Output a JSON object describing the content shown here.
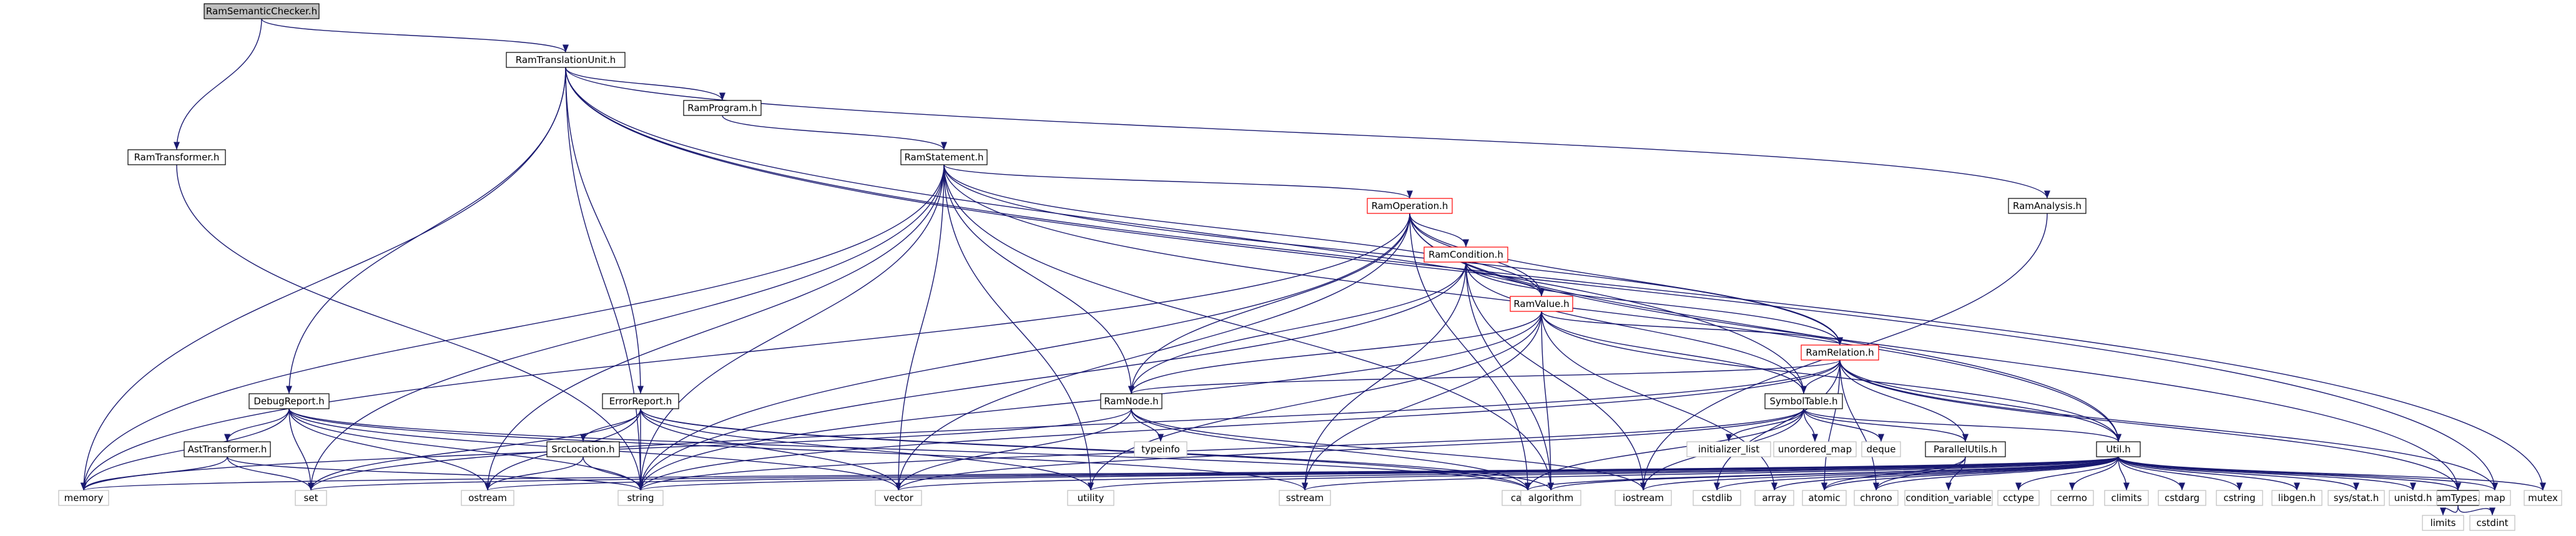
{
  "diagram": {
    "kind": "include dependency graph",
    "colors": {
      "edge": "#191970",
      "node_border": "#000000",
      "root_fill": "#bfbfbf",
      "node_fill": "#ffffff",
      "incomplete_border": "#ff0000"
    },
    "nodes": [
      {
        "id": "RamSemanticChecker.h",
        "label": "RamSemanticChecker.h",
        "style": "root"
      },
      {
        "id": "RamTranslationUnit.h",
        "label": "RamTranslationUnit.h",
        "style": "box"
      },
      {
        "id": "RamTransformer.h",
        "label": "RamTransformer.h",
        "style": "box"
      },
      {
        "id": "RamProgram.h",
        "label": "RamProgram.h",
        "style": "box"
      },
      {
        "id": "RamAnalysis.h",
        "label": "RamAnalysis.h",
        "style": "box"
      },
      {
        "id": "RamStatement.h",
        "label": "RamStatement.h",
        "style": "box"
      },
      {
        "id": "RamOperation.h",
        "label": "RamOperation.h",
        "style": "red"
      },
      {
        "id": "RamCondition.h",
        "label": "RamCondition.h",
        "style": "red"
      },
      {
        "id": "RamValue.h",
        "label": "RamValue.h",
        "style": "red"
      },
      {
        "id": "RamRelation.h",
        "label": "RamRelation.h",
        "style": "red"
      },
      {
        "id": "DebugReport.h",
        "label": "DebugReport.h",
        "style": "box"
      },
      {
        "id": "ErrorReport.h",
        "label": "ErrorReport.h",
        "style": "box"
      },
      {
        "id": "RamNode.h",
        "label": "RamNode.h",
        "style": "box"
      },
      {
        "id": "SymbolTable.h",
        "label": "SymbolTable.h",
        "style": "box"
      },
      {
        "id": "AstTransformer.h",
        "label": "AstTransformer.h",
        "style": "box"
      },
      {
        "id": "SrcLocation.h",
        "label": "SrcLocation.h",
        "style": "box"
      },
      {
        "id": "ParallelUtils.h",
        "label": "ParallelUtils.h",
        "style": "box"
      },
      {
        "id": "Util.h",
        "label": "Util.h",
        "style": "box"
      },
      {
        "id": "RamTypes.h",
        "label": "RamTypes.h",
        "style": "box"
      },
      {
        "id": "memory",
        "label": "memory",
        "style": "sys"
      },
      {
        "id": "set",
        "label": "set",
        "style": "sys"
      },
      {
        "id": "ostream",
        "label": "ostream",
        "style": "sys"
      },
      {
        "id": "string",
        "label": "string",
        "style": "sys"
      },
      {
        "id": "vector",
        "label": "vector",
        "style": "sys"
      },
      {
        "id": "utility",
        "label": "utility",
        "style": "sys"
      },
      {
        "id": "sstream",
        "label": "sstream",
        "style": "sys"
      },
      {
        "id": "cassert",
        "label": "cassert",
        "style": "sys"
      },
      {
        "id": "algorithm",
        "label": "algorithm",
        "style": "sys"
      },
      {
        "id": "iostream",
        "label": "iostream",
        "style": "sys"
      },
      {
        "id": "cstdlib",
        "label": "cstdlib",
        "style": "sys"
      },
      {
        "id": "array",
        "label": "array",
        "style": "sys"
      },
      {
        "id": "atomic",
        "label": "atomic",
        "style": "sys"
      },
      {
        "id": "chrono",
        "label": "chrono",
        "style": "sys"
      },
      {
        "id": "condition_variable",
        "label": "condition_variable",
        "style": "sys"
      },
      {
        "id": "cctype",
        "label": "cctype",
        "style": "sys"
      },
      {
        "id": "cerrno",
        "label": "cerrno",
        "style": "sys"
      },
      {
        "id": "climits",
        "label": "climits",
        "style": "sys"
      },
      {
        "id": "cstdarg",
        "label": "cstdarg",
        "style": "sys"
      },
      {
        "id": "cstring",
        "label": "cstring",
        "style": "sys"
      },
      {
        "id": "libgen.h",
        "label": "libgen.h",
        "style": "sys"
      },
      {
        "id": "sys/stat.h",
        "label": "sys/stat.h",
        "style": "sys"
      },
      {
        "id": "unistd.h",
        "label": "unistd.h",
        "style": "sys"
      },
      {
        "id": "map",
        "label": "map",
        "style": "sys"
      },
      {
        "id": "mutex",
        "label": "mutex",
        "style": "sys"
      },
      {
        "id": "typeinfo",
        "label": "typeinfo",
        "style": "sys"
      },
      {
        "id": "initializer_list",
        "label": "initializer_list",
        "style": "sys"
      },
      {
        "id": "unordered_map",
        "label": "unordered_map",
        "style": "sys"
      },
      {
        "id": "deque",
        "label": "deque",
        "style": "sys"
      },
      {
        "id": "limits",
        "label": "limits",
        "style": "sys"
      },
      {
        "id": "cstdint",
        "label": "cstdint",
        "style": "sys"
      }
    ],
    "edges": [
      [
        "RamSemanticChecker.h",
        "RamTranslationUnit.h"
      ],
      [
        "RamSemanticChecker.h",
        "RamTransformer.h"
      ],
      [
        "RamTranslationUnit.h",
        "RamProgram.h"
      ],
      [
        "RamTranslationUnit.h",
        "RamAnalysis.h"
      ],
      [
        "RamTranslationUnit.h",
        "DebugReport.h"
      ],
      [
        "RamTranslationUnit.h",
        "ErrorReport.h"
      ],
      [
        "RamTranslationUnit.h",
        "SymbolTable.h"
      ],
      [
        "RamTranslationUnit.h",
        "memory"
      ],
      [
        "RamTranslationUnit.h",
        "string"
      ],
      [
        "RamTranslationUnit.h",
        "map"
      ],
      [
        "RamTranslationUnit.h",
        "mutex"
      ],
      [
        "RamTransformer.h",
        "string"
      ],
      [
        "RamProgram.h",
        "RamStatement.h"
      ],
      [
        "RamAnalysis.h",
        "iostream"
      ],
      [
        "RamStatement.h",
        "RamOperation.h"
      ],
      [
        "RamStatement.h",
        "RamValue.h"
      ],
      [
        "RamStatement.h",
        "RamRelation.h"
      ],
      [
        "RamStatement.h",
        "RamNode.h"
      ],
      [
        "RamStatement.h",
        "Util.h"
      ],
      [
        "RamStatement.h",
        "memory"
      ],
      [
        "RamStatement.h",
        "set"
      ],
      [
        "RamStatement.h",
        "string"
      ],
      [
        "RamStatement.h",
        "vector"
      ],
      [
        "RamStatement.h",
        "utility"
      ],
      [
        "RamStatement.h",
        "algorithm"
      ],
      [
        "RamStatement.h",
        "ostream"
      ],
      [
        "RamOperation.h",
        "RamCondition.h"
      ],
      [
        "RamOperation.h",
        "RamValue.h"
      ],
      [
        "RamOperation.h",
        "RamRelation.h"
      ],
      [
        "RamOperation.h",
        "RamNode.h"
      ],
      [
        "RamOperation.h",
        "Util.h"
      ],
      [
        "RamOperation.h",
        "cassert"
      ],
      [
        "RamOperation.h",
        "vector"
      ],
      [
        "RamOperation.h",
        "string"
      ],
      [
        "RamOperation.h",
        "memory"
      ],
      [
        "RamOperation.h",
        "RamTypes.h"
      ],
      [
        "RamCondition.h",
        "RamValue.h"
      ],
      [
        "RamCondition.h",
        "RamRelation.h"
      ],
      [
        "RamCondition.h",
        "RamNode.h"
      ],
      [
        "RamCondition.h",
        "SymbolTable.h"
      ],
      [
        "RamCondition.h",
        "algorithm"
      ],
      [
        "RamCondition.h",
        "sstream"
      ],
      [
        "RamCondition.h",
        "string"
      ],
      [
        "RamCondition.h",
        "iostream"
      ],
      [
        "RamValue.h",
        "RamRelation.h"
      ],
      [
        "RamValue.h",
        "RamNode.h"
      ],
      [
        "RamValue.h",
        "SymbolTable.h"
      ],
      [
        "RamValue.h",
        "Util.h"
      ],
      [
        "RamValue.h",
        "algorithm"
      ],
      [
        "RamValue.h",
        "sstream"
      ],
      [
        "RamValue.h",
        "string"
      ],
      [
        "RamValue.h",
        "utility"
      ],
      [
        "RamValue.h",
        "array"
      ],
      [
        "RamRelation.h",
        "RamNode.h"
      ],
      [
        "RamRelation.h",
        "SymbolTable.h"
      ],
      [
        "RamRelation.h",
        "ParallelUtils.h"
      ],
      [
        "RamRelation.h",
        "Util.h"
      ],
      [
        "RamRelation.h",
        "RamTypes.h"
      ],
      [
        "RamRelation.h",
        "string"
      ],
      [
        "RamRelation.h",
        "set"
      ],
      [
        "RamRelation.h",
        "atomic"
      ],
      [
        "RamRelation.h",
        "map"
      ],
      [
        "RamRelation.h",
        "cstdlib"
      ],
      [
        "RamRelation.h",
        "chrono"
      ],
      [
        "DebugReport.h",
        "AstTransformer.h"
      ],
      [
        "DebugReport.h",
        "memory"
      ],
      [
        "DebugReport.h",
        "set"
      ],
      [
        "DebugReport.h",
        "ostream"
      ],
      [
        "DebugReport.h",
        "string"
      ],
      [
        "DebugReport.h",
        "vector"
      ],
      [
        "DebugReport.h",
        "sstream"
      ],
      [
        "DebugReport.h",
        "cassert"
      ],
      [
        "AstTransformer.h",
        "memory"
      ],
      [
        "AstTransformer.h",
        "set"
      ],
      [
        "AstTransformer.h",
        "string"
      ],
      [
        "ErrorReport.h",
        "SrcLocation.h"
      ],
      [
        "ErrorReport.h",
        "set"
      ],
      [
        "ErrorReport.h",
        "ostream"
      ],
      [
        "ErrorReport.h",
        "string"
      ],
      [
        "ErrorReport.h",
        "vector"
      ],
      [
        "ErrorReport.h",
        "utility"
      ],
      [
        "ErrorReport.h",
        "algorithm"
      ],
      [
        "ErrorReport.h",
        "cassert"
      ],
      [
        "SrcLocation.h",
        "ostream"
      ],
      [
        "SrcLocation.h",
        "string"
      ],
      [
        "RamNode.h",
        "typeinfo"
      ],
      [
        "RamNode.h",
        "vector"
      ],
      [
        "RamNode.h",
        "memory"
      ],
      [
        "RamNode.h",
        "cassert"
      ],
      [
        "RamNode.h",
        "iostream"
      ],
      [
        "SymbolTable.h",
        "ParallelUtils.h"
      ],
      [
        "SymbolTable.h",
        "Util.h"
      ],
      [
        "SymbolTable.h",
        "initializer_list"
      ],
      [
        "SymbolTable.h",
        "unordered_map"
      ],
      [
        "SymbolTable.h",
        "deque"
      ],
      [
        "SymbolTable.h",
        "string"
      ],
      [
        "SymbolTable.h",
        "cassert"
      ],
      [
        "SymbolTable.h",
        "vector"
      ],
      [
        "SymbolTable.h",
        "iostream"
      ],
      [
        "ParallelUtils.h",
        "atomic"
      ],
      [
        "ParallelUtils.h",
        "chrono"
      ],
      [
        "ParallelUtils.h",
        "condition_variable"
      ],
      [
        "Util.h",
        "RamTypes.h"
      ],
      [
        "Util.h",
        "set"
      ],
      [
        "Util.h",
        "string"
      ],
      [
        "Util.h",
        "vector"
      ],
      [
        "Util.h",
        "utility"
      ],
      [
        "Util.h",
        "sstream"
      ],
      [
        "Util.h",
        "cassert"
      ],
      [
        "Util.h",
        "algorithm"
      ],
      [
        "Util.h",
        "iostream"
      ],
      [
        "Util.h",
        "cstdlib"
      ],
      [
        "Util.h",
        "array"
      ],
      [
        "Util.h",
        "atomic"
      ],
      [
        "Util.h",
        "chrono"
      ],
      [
        "Util.h",
        "cctype"
      ],
      [
        "Util.h",
        "cerrno"
      ],
      [
        "Util.h",
        "climits"
      ],
      [
        "Util.h",
        "cstdarg"
      ],
      [
        "Util.h",
        "cstring"
      ],
      [
        "Util.h",
        "libgen.h"
      ],
      [
        "Util.h",
        "sys/stat.h"
      ],
      [
        "Util.h",
        "unistd.h"
      ],
      [
        "Util.h",
        "map"
      ],
      [
        "Util.h",
        "mutex"
      ],
      [
        "Util.h",
        "memory"
      ],
      [
        "Util.h",
        "ostream"
      ],
      [
        "RamTypes.h",
        "limits"
      ],
      [
        "RamTypes.h",
        "cstdint"
      ]
    ]
  }
}
